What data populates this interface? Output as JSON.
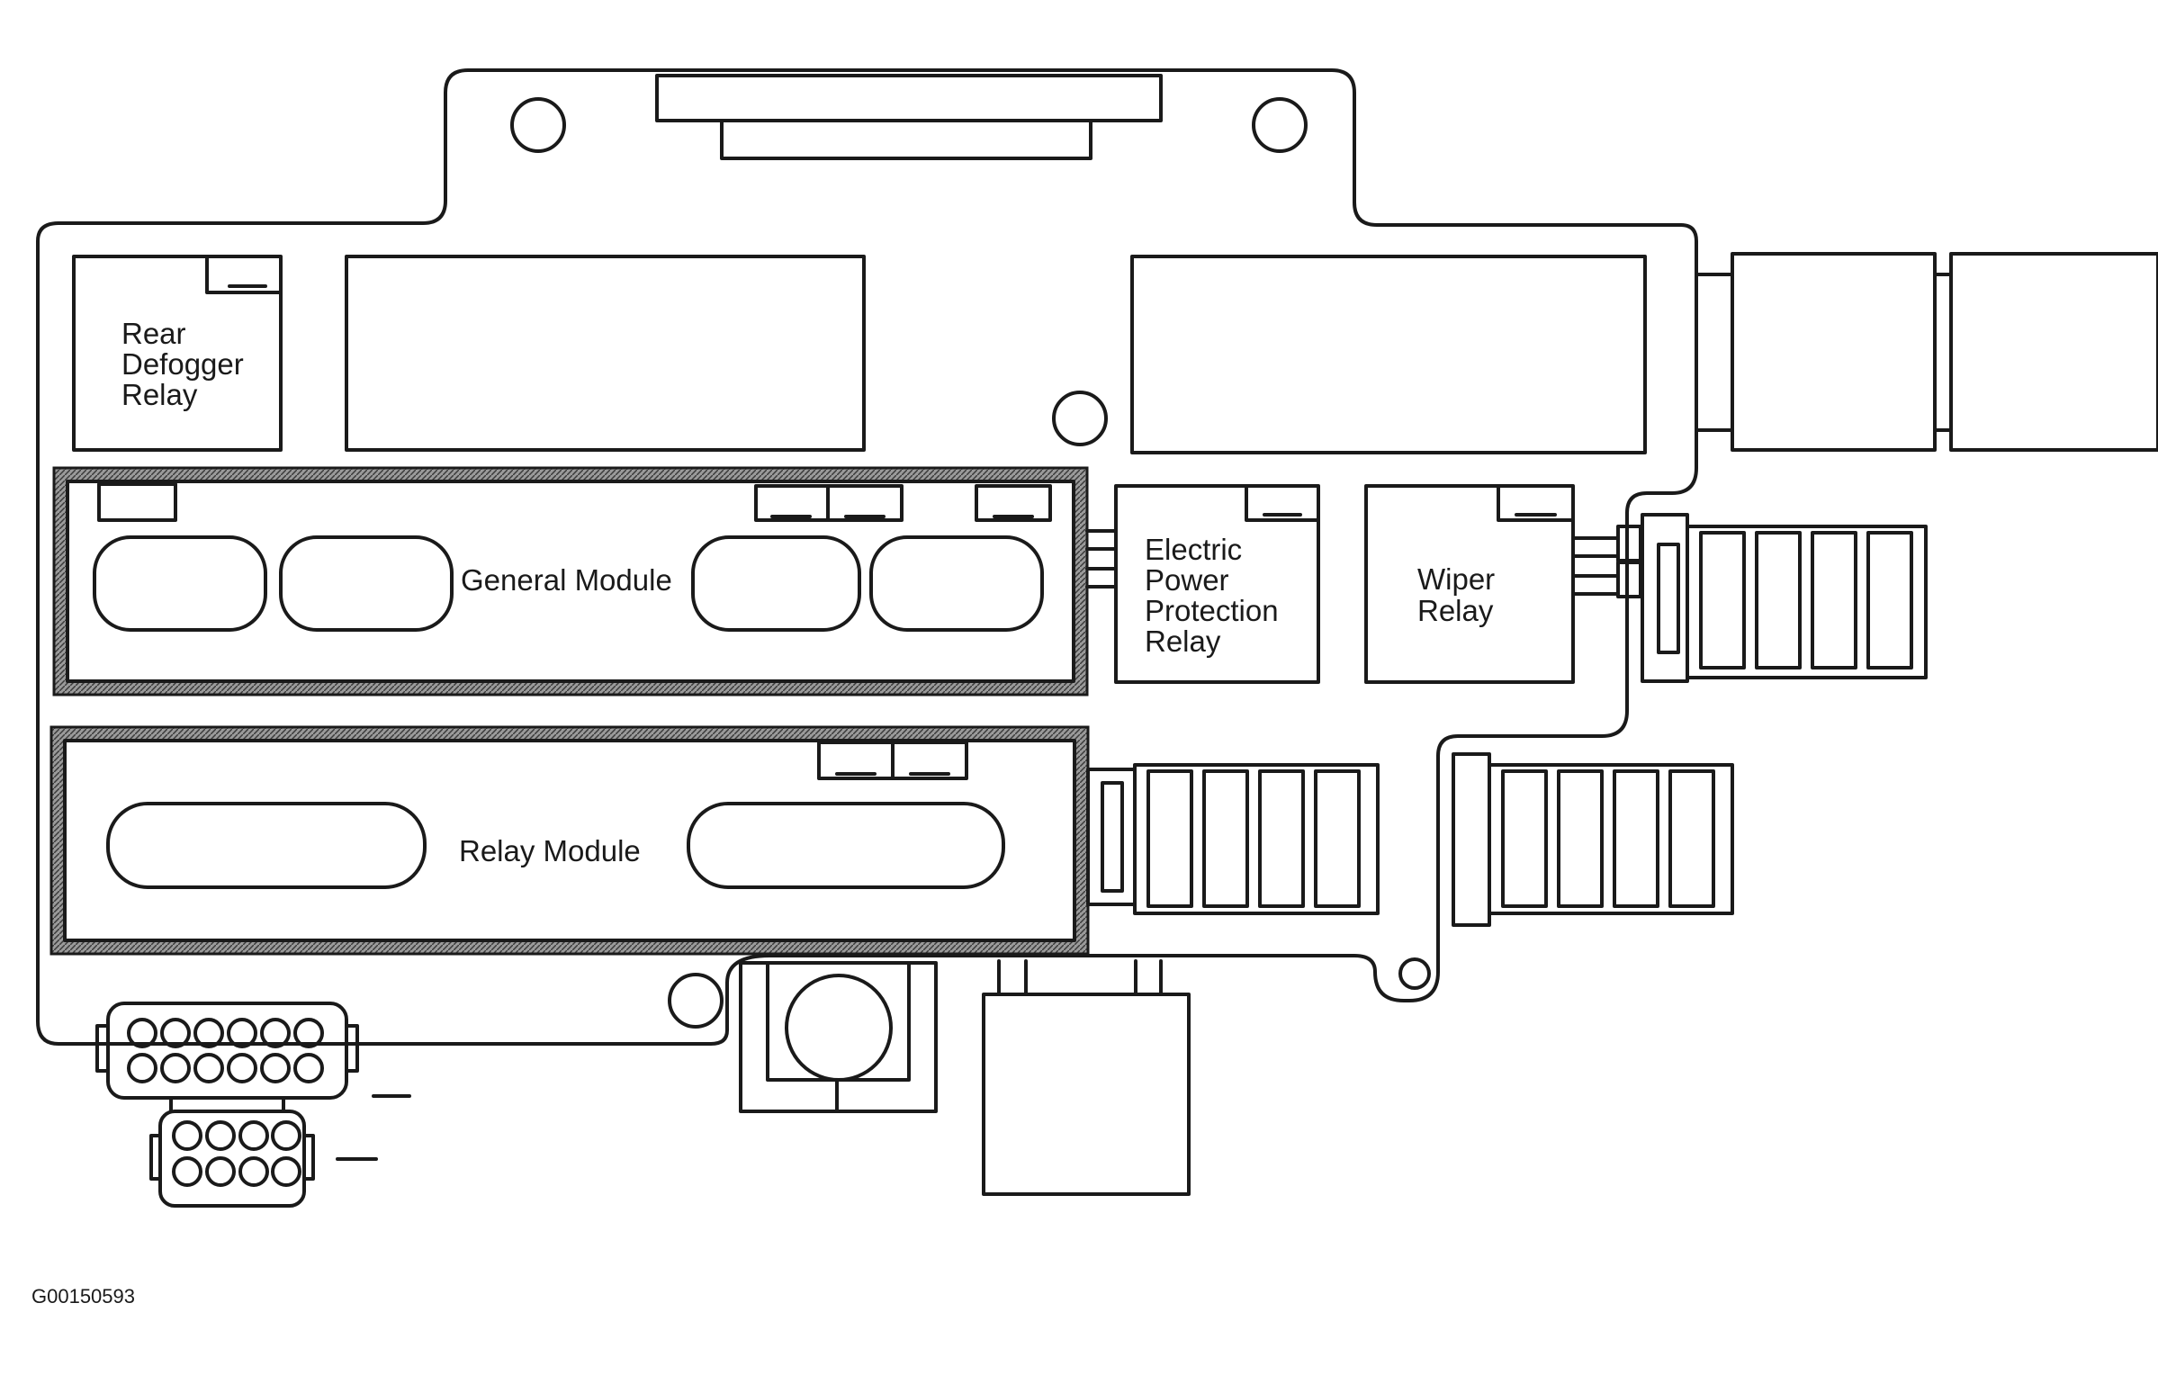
{
  "labels": {
    "rear_defogger_relay": [
      "Rear",
      "Defogger",
      "Relay"
    ],
    "general_module": "General Module",
    "electric_power_protection_relay": [
      "Electric",
      "Power",
      "Protection",
      "Relay"
    ],
    "wiper_relay": [
      "Wiper",
      "Relay"
    ],
    "relay_module": "Relay Module"
  },
  "figure_code": "G00150593",
  "colors": {
    "line": "#1a1a1a",
    "hatch": "#6e6e6e",
    "background": "#ffffff"
  }
}
